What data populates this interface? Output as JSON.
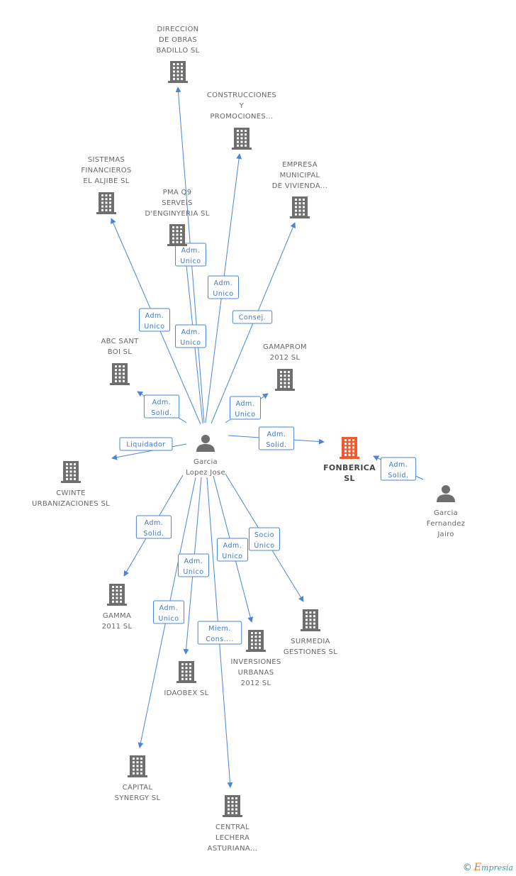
{
  "colors": {
    "edge": "#4a86d6",
    "building": "#6e6e6e",
    "focus": "#f05a30",
    "person": "#6e6e6e"
  },
  "nodes": [
    {
      "id": "direccion",
      "type": "company",
      "lines": [
        "DIRECCION",
        "DE OBRAS",
        "BADILLO SL"
      ]
    },
    {
      "id": "construcciones",
      "type": "company",
      "lines": [
        "CONSTRUCCIONES",
        "Y",
        "PROMOCIONES..."
      ]
    },
    {
      "id": "sistemas",
      "type": "company",
      "lines": [
        "SISTEMAS",
        "FINANCIEROS",
        "EL ALJIBE SL"
      ]
    },
    {
      "id": "pma",
      "type": "company",
      "lines": [
        "PMA Q9",
        "SERVEIS",
        "D'ENGINYERIA SL"
      ]
    },
    {
      "id": "empresa",
      "type": "company",
      "lines": [
        "EMPRESA",
        "MUNICIPAL",
        "DE VIVIENDA..."
      ]
    },
    {
      "id": "abc",
      "type": "company",
      "lines": [
        "ABC SANT",
        "BOI  SL"
      ]
    },
    {
      "id": "gamaprom",
      "type": "company",
      "lines": [
        "GAMAPROM",
        "2012 SL"
      ]
    },
    {
      "id": "garcia_lopez",
      "type": "person",
      "lines": [
        "Garcia",
        "Lopez Jose"
      ]
    },
    {
      "id": "fonberica",
      "type": "focus",
      "lines": [
        "FONBERICA",
        "SL"
      ]
    },
    {
      "id": "cwinte",
      "type": "company",
      "lines": [
        "CWINTE",
        "URBANIZACIONES SL"
      ]
    },
    {
      "id": "garcia_fernandez",
      "type": "person",
      "lines": [
        "Garcia",
        "Fernandez",
        "Jairo"
      ]
    },
    {
      "id": "gamma",
      "type": "company",
      "lines": [
        "GAMMA",
        "2011 SL"
      ]
    },
    {
      "id": "surmedia",
      "type": "company",
      "lines": [
        "SURMEDIA",
        "GESTIONES SL"
      ]
    },
    {
      "id": "inversiones",
      "type": "company",
      "lines": [
        "INVERSIONES",
        "URBANAS",
        "2012 SL"
      ]
    },
    {
      "id": "idaobex",
      "type": "company",
      "lines": [
        "IDAOBEX SL"
      ]
    },
    {
      "id": "capital",
      "type": "company",
      "lines": [
        "CAPITAL",
        "SYNERGY  SL"
      ]
    },
    {
      "id": "central",
      "type": "company",
      "lines": [
        "CENTRAL",
        "LECHERA",
        "ASTURIANA..."
      ]
    }
  ],
  "edges": [
    {
      "from": "garcia_lopez",
      "to": "direccion",
      "label": [
        "Adm.",
        "Unico"
      ]
    },
    {
      "from": "garcia_lopez",
      "to": "construcciones",
      "label": [
        "Adm.",
        "Unico"
      ]
    },
    {
      "from": "garcia_lopez",
      "to": "sistemas",
      "label": [
        "Adm.",
        "Unico"
      ]
    },
    {
      "from": "garcia_lopez",
      "to": "pma",
      "label": [
        "Adm.",
        "Unico"
      ]
    },
    {
      "from": "garcia_lopez",
      "to": "empresa",
      "label": [
        "Consej."
      ]
    },
    {
      "from": "garcia_lopez",
      "to": "abc",
      "label": [
        "Adm.",
        "Solid."
      ]
    },
    {
      "from": "garcia_lopez",
      "to": "gamaprom",
      "label": [
        "Adm.",
        "Unico"
      ]
    },
    {
      "from": "garcia_lopez",
      "to": "fonberica",
      "label": [
        "Adm.",
        "Solid."
      ]
    },
    {
      "from": "garcia_lopez",
      "to": "cwinte",
      "label": [
        "Liquidador"
      ]
    },
    {
      "from": "garcia_fernandez",
      "to": "fonberica",
      "label": [
        "Adm.",
        "Solid."
      ]
    },
    {
      "from": "garcia_lopez",
      "to": "gamma",
      "label": [
        "Adm.",
        "Solid."
      ]
    },
    {
      "from": "garcia_lopez",
      "to": "surmedia",
      "label": [
        "Socio",
        "Único"
      ]
    },
    {
      "from": "garcia_lopez",
      "to": "inversiones",
      "label": [
        "Adm.",
        "Unico"
      ]
    },
    {
      "from": "garcia_lopez",
      "to": "idaobex",
      "label": [
        "Adm.",
        "Unico"
      ]
    },
    {
      "from": "garcia_lopez",
      "to": "capital",
      "label": [
        "Adm.",
        "Unico"
      ]
    },
    {
      "from": "garcia_lopez",
      "to": "central",
      "label": [
        "Miem.",
        "Cons...."
      ]
    }
  ],
  "footer": {
    "copyright": "©",
    "brand": "Empresia"
  }
}
